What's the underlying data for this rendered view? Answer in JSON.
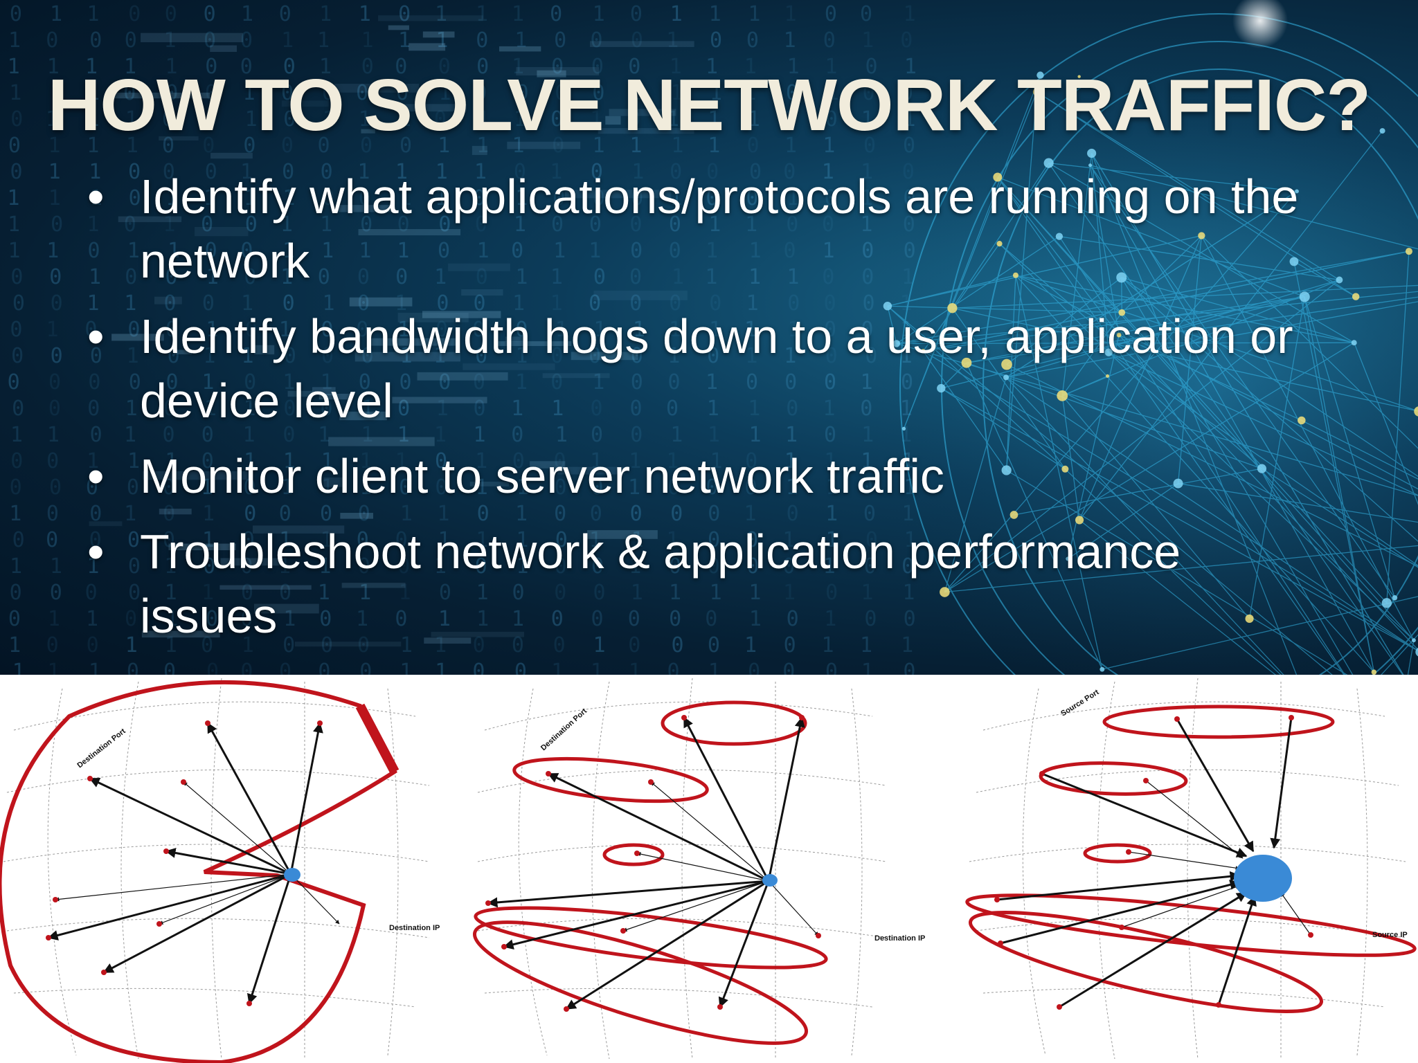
{
  "slide": {
    "title": "HOW TO SOLVE NETWORK TRAFFIC?",
    "bullet_glyph": "•",
    "bullets": [
      "Identify what applications/protocols are running on the network",
      "Identify bandwidth hogs down to a user, application or device level",
      "Monitor client to server network traffic",
      "Troubleshoot network & application performance issues"
    ]
  },
  "diagrams": [
    {
      "axis_port_label": "Destination Port",
      "axis_ip_label": "Destination IP"
    },
    {
      "axis_port_label": "Destination Port",
      "axis_ip_label": "Destination IP"
    },
    {
      "axis_port_label": "Source Port",
      "axis_ip_label": "Source IP"
    }
  ],
  "colors": {
    "title_text": "#f1ecdc",
    "bullet_text": "#ffffff",
    "highlight_red": "#c0141c",
    "node_blue": "#3a8ad6",
    "arrow_black": "#111111"
  },
  "icons": {
    "background_art": "binary-code-and-network-globe-image"
  }
}
